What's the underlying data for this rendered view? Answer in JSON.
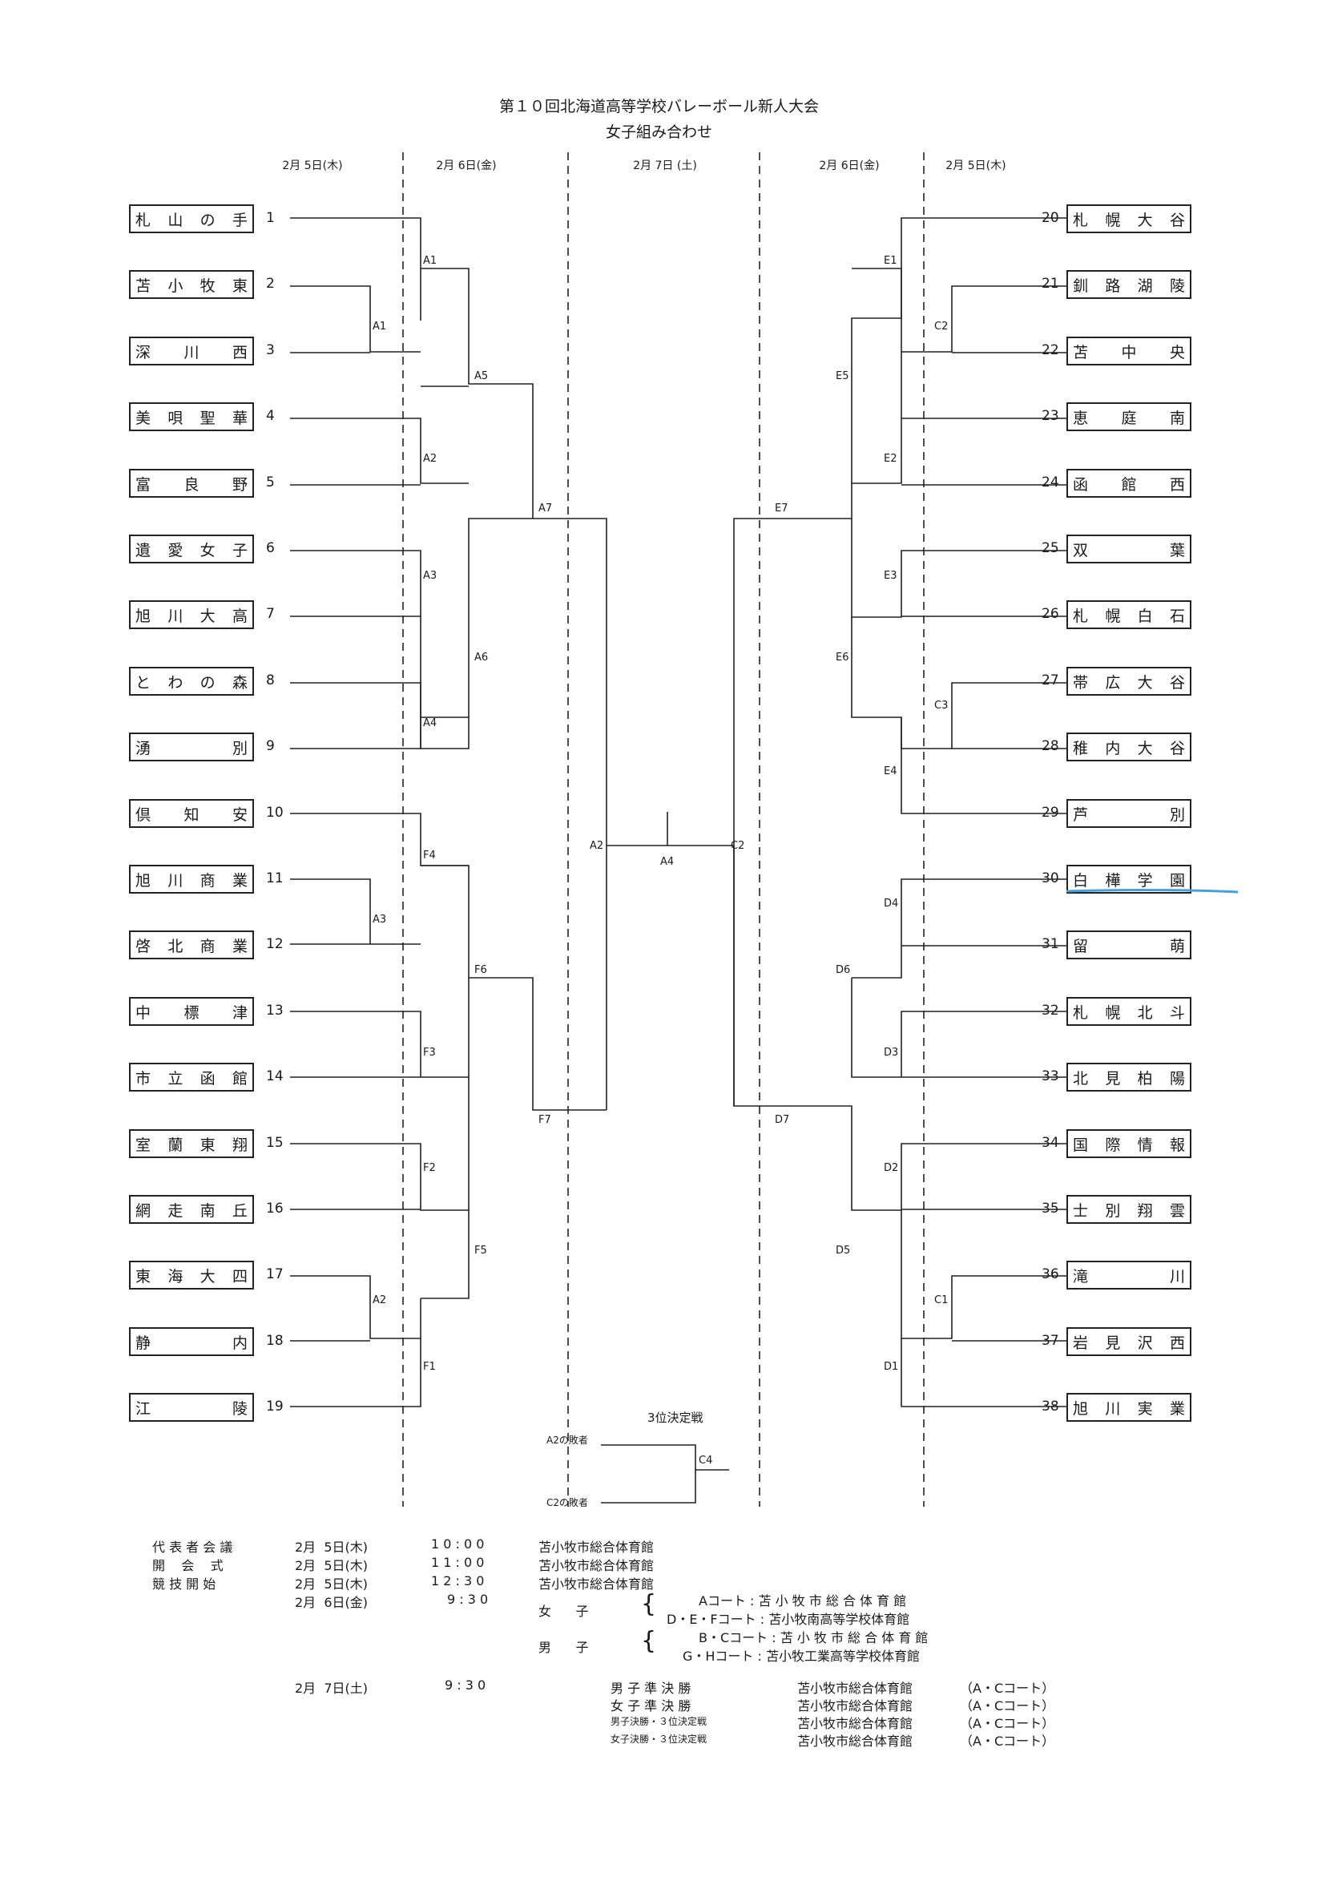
{
  "title": "第１０回北海道高等学校バレーボール新人大会",
  "subtitle": "女子組み合わせ",
  "day_headers": [
    "2月  5日(木)",
    "2月  6日(金)",
    "2月    7日  (土)",
    "2月  6日(金)",
    "2月  5日(木)"
  ],
  "left_teams": [
    {
      "seed": "1",
      "name": "札山の手"
    },
    {
      "seed": "2",
      "name": "苫小牧東"
    },
    {
      "seed": "3",
      "name": "深川西"
    },
    {
      "seed": "4",
      "name": "美唄聖華"
    },
    {
      "seed": "5",
      "name": "富良野"
    },
    {
      "seed": "6",
      "name": "遺愛女子"
    },
    {
      "seed": "7",
      "name": "旭川大高"
    },
    {
      "seed": "8",
      "name": "とわの森"
    },
    {
      "seed": "9",
      "name": "湧別"
    },
    {
      "seed": "10",
      "name": "倶知安"
    },
    {
      "seed": "11",
      "name": "旭川商業"
    },
    {
      "seed": "12",
      "name": "啓北商業"
    },
    {
      "seed": "13",
      "name": "中標津"
    },
    {
      "seed": "14",
      "name": "市立函館"
    },
    {
      "seed": "15",
      "name": "室蘭東翔"
    },
    {
      "seed": "16",
      "name": "網走南丘"
    },
    {
      "seed": "17",
      "name": "東海大四"
    },
    {
      "seed": "18",
      "name": "静内"
    },
    {
      "seed": "19",
      "name": "江陵"
    }
  ],
  "right_teams": [
    {
      "seed": "20",
      "name": "札幌大谷"
    },
    {
      "seed": "21",
      "name": "釧路湖陵"
    },
    {
      "seed": "22",
      "name": "苫中央"
    },
    {
      "seed": "23",
      "name": "恵庭南"
    },
    {
      "seed": "24",
      "name": "函館西"
    },
    {
      "seed": "25",
      "name": "双葉"
    },
    {
      "seed": "26",
      "name": "札幌白石"
    },
    {
      "seed": "27",
      "name": "帯広大谷"
    },
    {
      "seed": "28",
      "name": "稚内大谷"
    },
    {
      "seed": "29",
      "name": "芦別"
    },
    {
      "seed": "30",
      "name": "白樺学園"
    },
    {
      "seed": "31",
      "name": "留萌"
    },
    {
      "seed": "32",
      "name": "札幌北斗"
    },
    {
      "seed": "33",
      "name": "北見柏陽"
    },
    {
      "seed": "34",
      "name": "国際情報"
    },
    {
      "seed": "35",
      "name": "士別翔雲"
    },
    {
      "seed": "36",
      "name": "滝川"
    },
    {
      "seed": "37",
      "name": "岩見沢西"
    },
    {
      "seed": "38",
      "name": "旭川実業"
    }
  ],
  "match_labels": {
    "A1a": "A1",
    "A1b": "A1",
    "A2": "A2",
    "A5": "A5",
    "A3": "A3",
    "A4": "A4",
    "A6": "A6",
    "A7": "A7",
    "F4": "F4",
    "A3b": "A3",
    "F6": "F6",
    "F3": "F3",
    "F2": "F2",
    "F5": "F5",
    "A2b": "A2",
    "F1": "F1",
    "F7": "F7",
    "E1": "E1",
    "C2": "C2",
    "E5": "E5",
    "E2": "E2",
    "E7": "E7",
    "E3": "E3",
    "E6": "E6",
    "C3": "C3",
    "E4": "E4",
    "D4": "D4",
    "D6": "D6",
    "D3": "D3",
    "D2": "D2",
    "D7": "D7",
    "D5": "D5",
    "C1": "C1",
    "D1": "D1",
    "SF_left": "A2",
    "SF_right": "C2",
    "final": "A4"
  },
  "third_place": {
    "title": "3位決定戦",
    "top": "A2の敗者",
    "bottom": "C2の敗者",
    "court": "C4"
  },
  "schedule": [
    {
      "event": "代 表 者 会 議",
      "date": "2月  5日(木)",
      "time": "1 0 : 0 0",
      "venue": "苫小牧市総合体育館"
    },
    {
      "event": "開    会    式",
      "date": "2月  5日(木)",
      "time": "1 1 : 0 0",
      "venue": "苫小牧市総合体育館"
    },
    {
      "event": "競 技 開 始",
      "date": "2月  5日(木)",
      "time": "1 2 : 3 0",
      "venue": "苫小牧市総合体育館"
    },
    {
      "event": "",
      "date": "2月  6日(金)",
      "time": "9 : 3 0",
      "venue": ""
    }
  ],
  "courts": {
    "women_label": "女      子",
    "men_label": "男      子",
    "lines": [
      "Aコート : 苫 小 牧 市 総 合 体 育 館",
      "D・E・Fコート : 苫小牧南高等学校体育館",
      "B・Cコート : 苫 小 牧 市 総 合 体 育 館",
      "G・Hコート : 苫小牧工業高等学校体育館"
    ]
  },
  "final_day": {
    "date": "2月  7日(土)",
    "time": "9 : 3 0",
    "rows": [
      {
        "event": "男 子 準 決 勝",
        "venue": "苫小牧市総合体育館",
        "court": "（A・Cコート）"
      },
      {
        "event": "女 子 準 決 勝",
        "venue": "苫小牧市総合体育館",
        "court": "（A・Cコート）"
      },
      {
        "event": "男子決勝・３位決定戦",
        "venue": "苫小牧市総合体育館",
        "court": "（A・Cコート）"
      },
      {
        "event": "女子決勝・３位決定戦",
        "venue": "苫小牧市総合体育館",
        "court": "（A・Cコート）"
      }
    ]
  }
}
